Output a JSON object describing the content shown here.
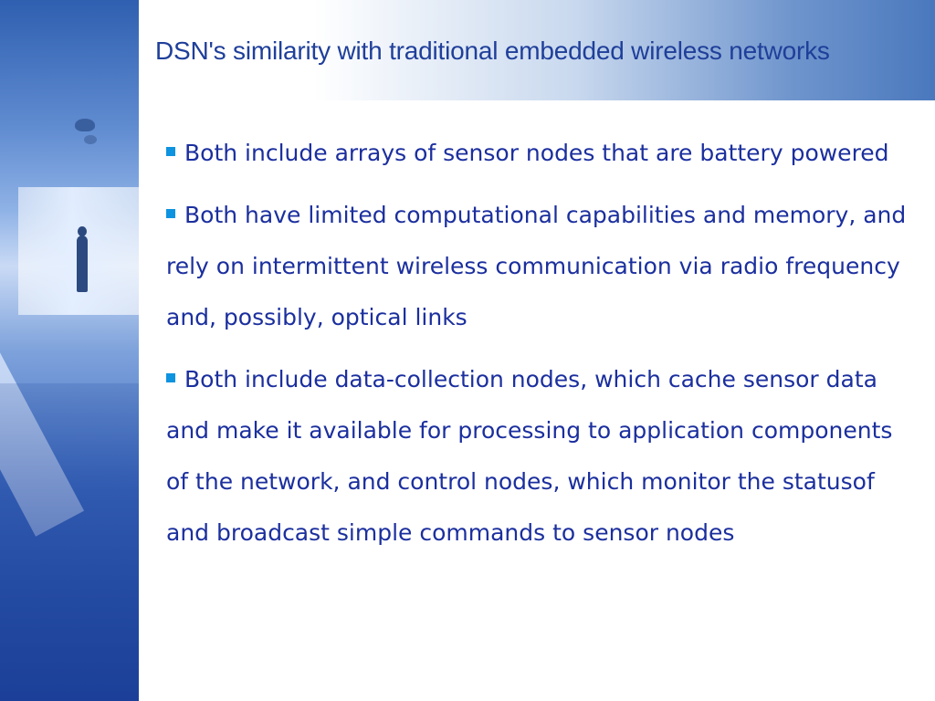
{
  "slide": {
    "title": "DSN's similarity with traditional embedded wireless networks",
    "bullets": [
      {
        "text": "Both include arrays of sensor nodes that are battery powered"
      },
      {
        "text": "Both have limited computational capabilities and memory, and rely on intermittent wireless communication via radio frequency and, possibly, optical links"
      },
      {
        "text": "Both include data-collection nodes, which cache sensor data and make it available for processing to application components of the network, and control nodes, which monitor the statusof and broadcast simple commands to sensor nodes"
      }
    ]
  },
  "colors": {
    "title": "#1f3f9a",
    "body_text": "#1b2f9e",
    "bullet_marker": "#0d93e0",
    "side_band": "#2f5fb0"
  },
  "icons": {
    "bullet": "square-bullet-icon"
  }
}
